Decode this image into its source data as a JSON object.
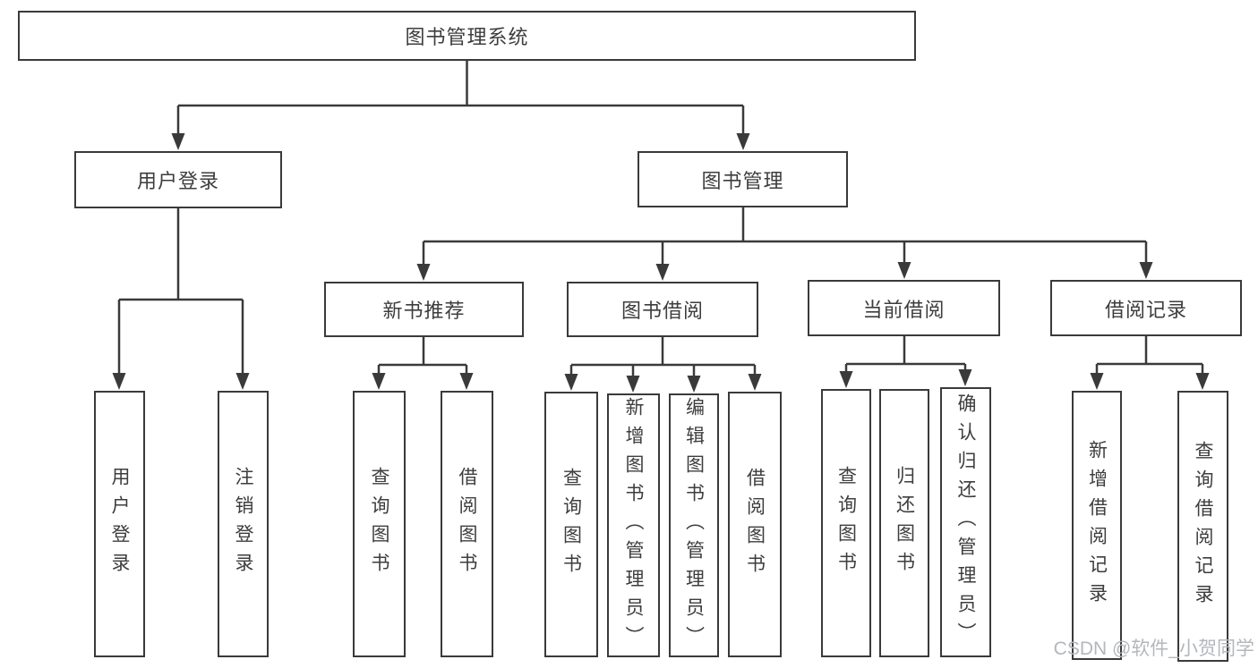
{
  "tree": {
    "root": {
      "label": "图书管理系统"
    },
    "branches": [
      {
        "label": "用户登录",
        "children": [
          {
            "label": "用户登录"
          },
          {
            "label": "注销登录"
          }
        ]
      },
      {
        "label": "图书管理",
        "children": [
          {
            "label": "新书推荐",
            "children": [
              {
                "label": "查询图书"
              },
              {
                "label": "借阅图书"
              }
            ]
          },
          {
            "label": "图书借阅",
            "children": [
              {
                "label": "查询图书"
              },
              {
                "label": "新增图书（管理员）"
              },
              {
                "label": "编辑图书（管理员）"
              },
              {
                "label": "借阅图书"
              }
            ]
          },
          {
            "label": "当前借阅",
            "children": [
              {
                "label": "查询图书"
              },
              {
                "label": "归还图书"
              },
              {
                "label": "确认归还（管理员）"
              }
            ]
          },
          {
            "label": "借阅记录",
            "children": [
              {
                "label": "新增借阅记录"
              },
              {
                "label": "查询借阅记录"
              }
            ]
          }
        ]
      }
    ]
  },
  "watermark": {
    "text": "CSDN @软件_小贺同学"
  },
  "colors": {
    "line": "#3a3a3a",
    "text": "#3d3d3d",
    "watermark": "#b4b7bb",
    "background": "#ffffff"
  }
}
